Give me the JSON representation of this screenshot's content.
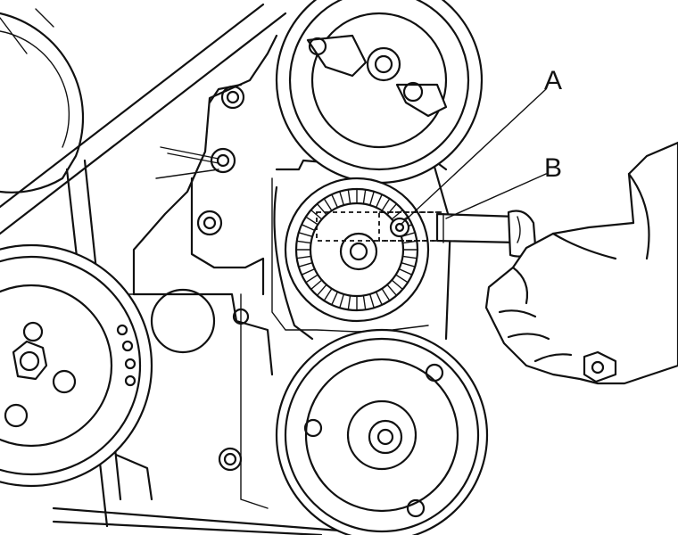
{
  "diagram": {
    "callouts": [
      {
        "id": "A",
        "label": "A"
      },
      {
        "id": "B",
        "label": "B"
      }
    ],
    "colors": {
      "ink": "#111111",
      "paper": "#ffffff"
    }
  }
}
